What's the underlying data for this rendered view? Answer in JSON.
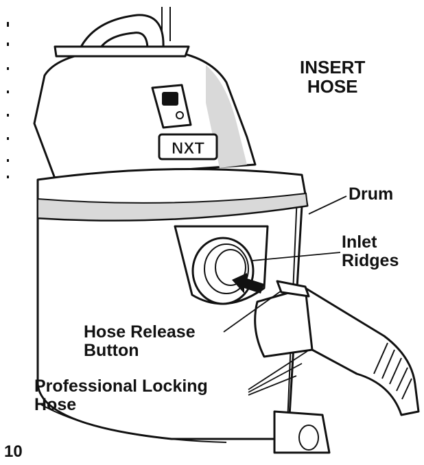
{
  "callouts": {
    "insert_hose": [
      "INSERT",
      "HOSE"
    ],
    "drum": "Drum",
    "inlet_ridges": [
      "Inlet",
      "Ridges"
    ],
    "hose_release_button": [
      "Hose Release",
      "Button"
    ],
    "professional_locking_hose": [
      "Professional Locking",
      "Hose"
    ]
  },
  "logo_text": "NXT",
  "page_number": "10",
  "colors": {
    "ink": "#111111",
    "paper": "#ffffff",
    "shade": "#d9d9d9"
  }
}
